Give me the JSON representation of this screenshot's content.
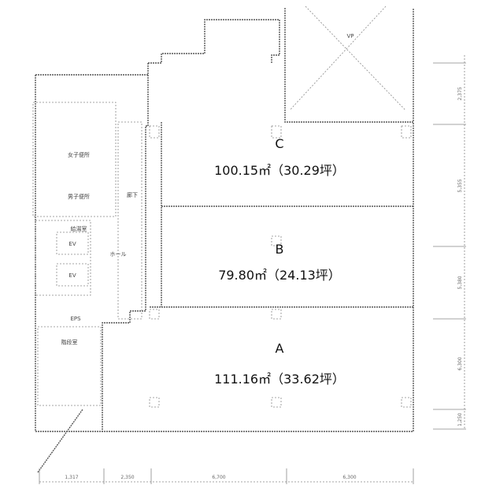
{
  "units": [
    {
      "name": "C",
      "area": "100.15㎡（30.29坪）"
    },
    {
      "name": "B",
      "area": "79.80㎡（24.13坪）"
    },
    {
      "name": "A",
      "area": "111.16㎡（33.62坪）"
    }
  ],
  "rooms": {
    "womens_toilet": "女子便所",
    "mens_toilet": "男子便所",
    "kitchenette": "給湯室",
    "corridor": "廊下",
    "hall": "ホール",
    "ev1": "EV",
    "ev2": "EV",
    "eps": "EPS",
    "stairs": "階段室",
    "void": "VP"
  },
  "dimensions": {
    "bottom": [
      "1,317",
      "2,350",
      "6,700",
      "6,300"
    ],
    "right": [
      "2,375",
      "5,355",
      "5,380",
      "6,300",
      "1,250"
    ]
  }
}
